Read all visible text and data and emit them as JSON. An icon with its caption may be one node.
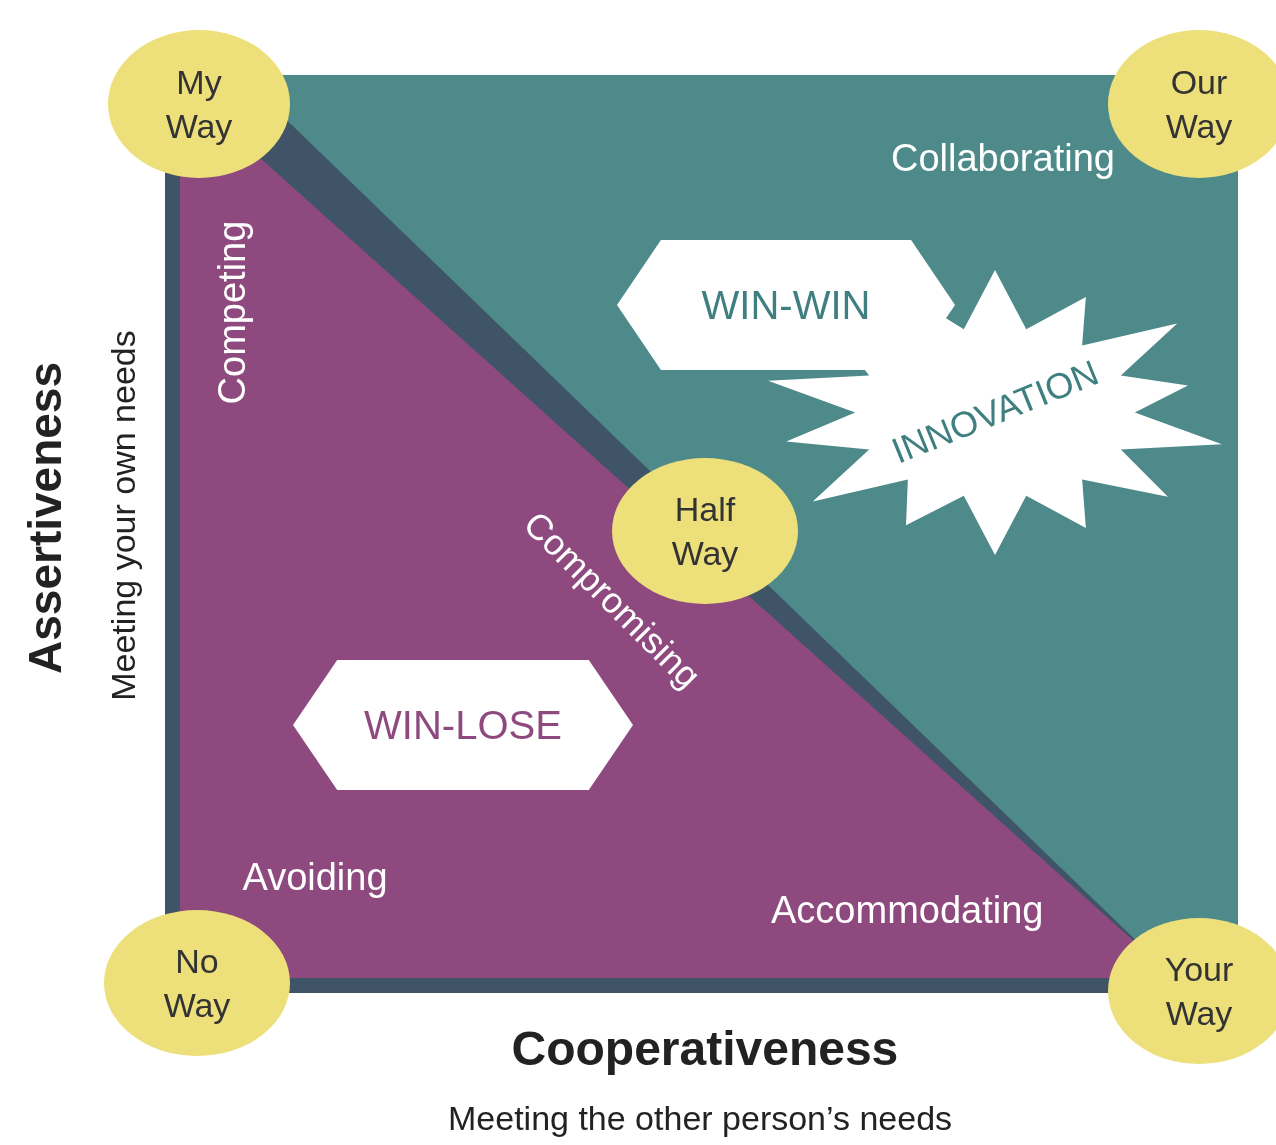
{
  "diagram": {
    "nodes": [
      {
        "text": [
          "My Way"
        ]
      },
      {
        "text": [
          "Our Way"
        ]
      },
      {
        "text": [
          "WIN-WIN"
        ]
      },
      {
        "text": [
          "INNOVATION"
        ]
      },
      {
        "text": [
          "Half Way"
        ]
      },
      {
        "text": [
          "WIN-LOSE"
        ]
      },
      {
        "text": [
          "No Way"
        ]
      },
      {
        "text": [
          "Your Way"
        ]
      }
    ],
    "edges": [],
    "labels": [
      "Collaborating",
      "Competing",
      "Compromising",
      "Assertiveness",
      "Meeting your own needs",
      "Avoiding",
      "Accommodating",
      "Cooperativeness",
      "Meeting the other person’s needs"
    ]
  }
}
